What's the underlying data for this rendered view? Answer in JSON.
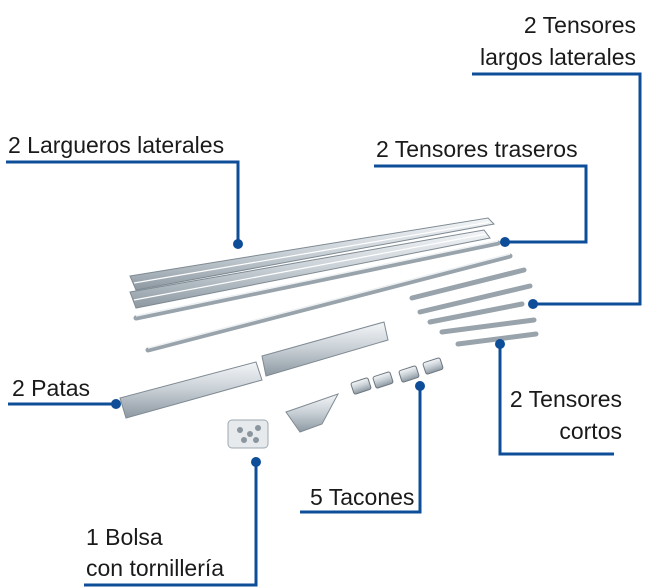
{
  "colors": {
    "leader": "#0e4d97",
    "metal_light": "#e9edf0",
    "metal_mid": "#b9c2c9",
    "metal_dark": "#7f8a93",
    "text": "#1a1a1a"
  },
  "labels": {
    "tensores_largos": {
      "line1": "2 Tensores",
      "line2": "largos laterales"
    },
    "largueros": "2 Largueros laterales",
    "tensores_traseros": "2 Tensores traseros",
    "patas": "2 Patas",
    "tensores_cortos": {
      "line1": "2 Tensores",
      "line2": "cortos"
    },
    "tacones": "5 Tacones",
    "bolsa": {
      "line1": "1 Bolsa",
      "line2": "con tornillería"
    }
  }
}
